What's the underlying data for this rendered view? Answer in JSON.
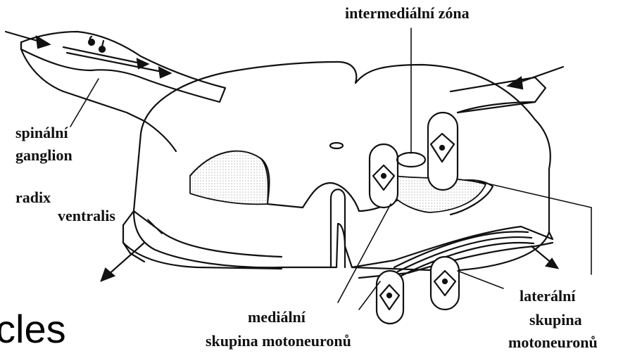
{
  "labels": {
    "intermediate_zone": "intermediální zóna",
    "spinal_ganglion_1": "spinální",
    "spinal_ganglion_2": "ganglion",
    "radix_1": "radix",
    "radix_2": "ventralis",
    "medial_1": "mediální",
    "medial_2": "skupina motoneuronů",
    "lateral_1": "laterální",
    "lateral_2": "skupina",
    "lateral_3": "motoneuronů"
  },
  "cropped_text": "cles",
  "colors": {
    "ink": "#111111",
    "background": "#ffffff",
    "stipple": "#dadada"
  }
}
